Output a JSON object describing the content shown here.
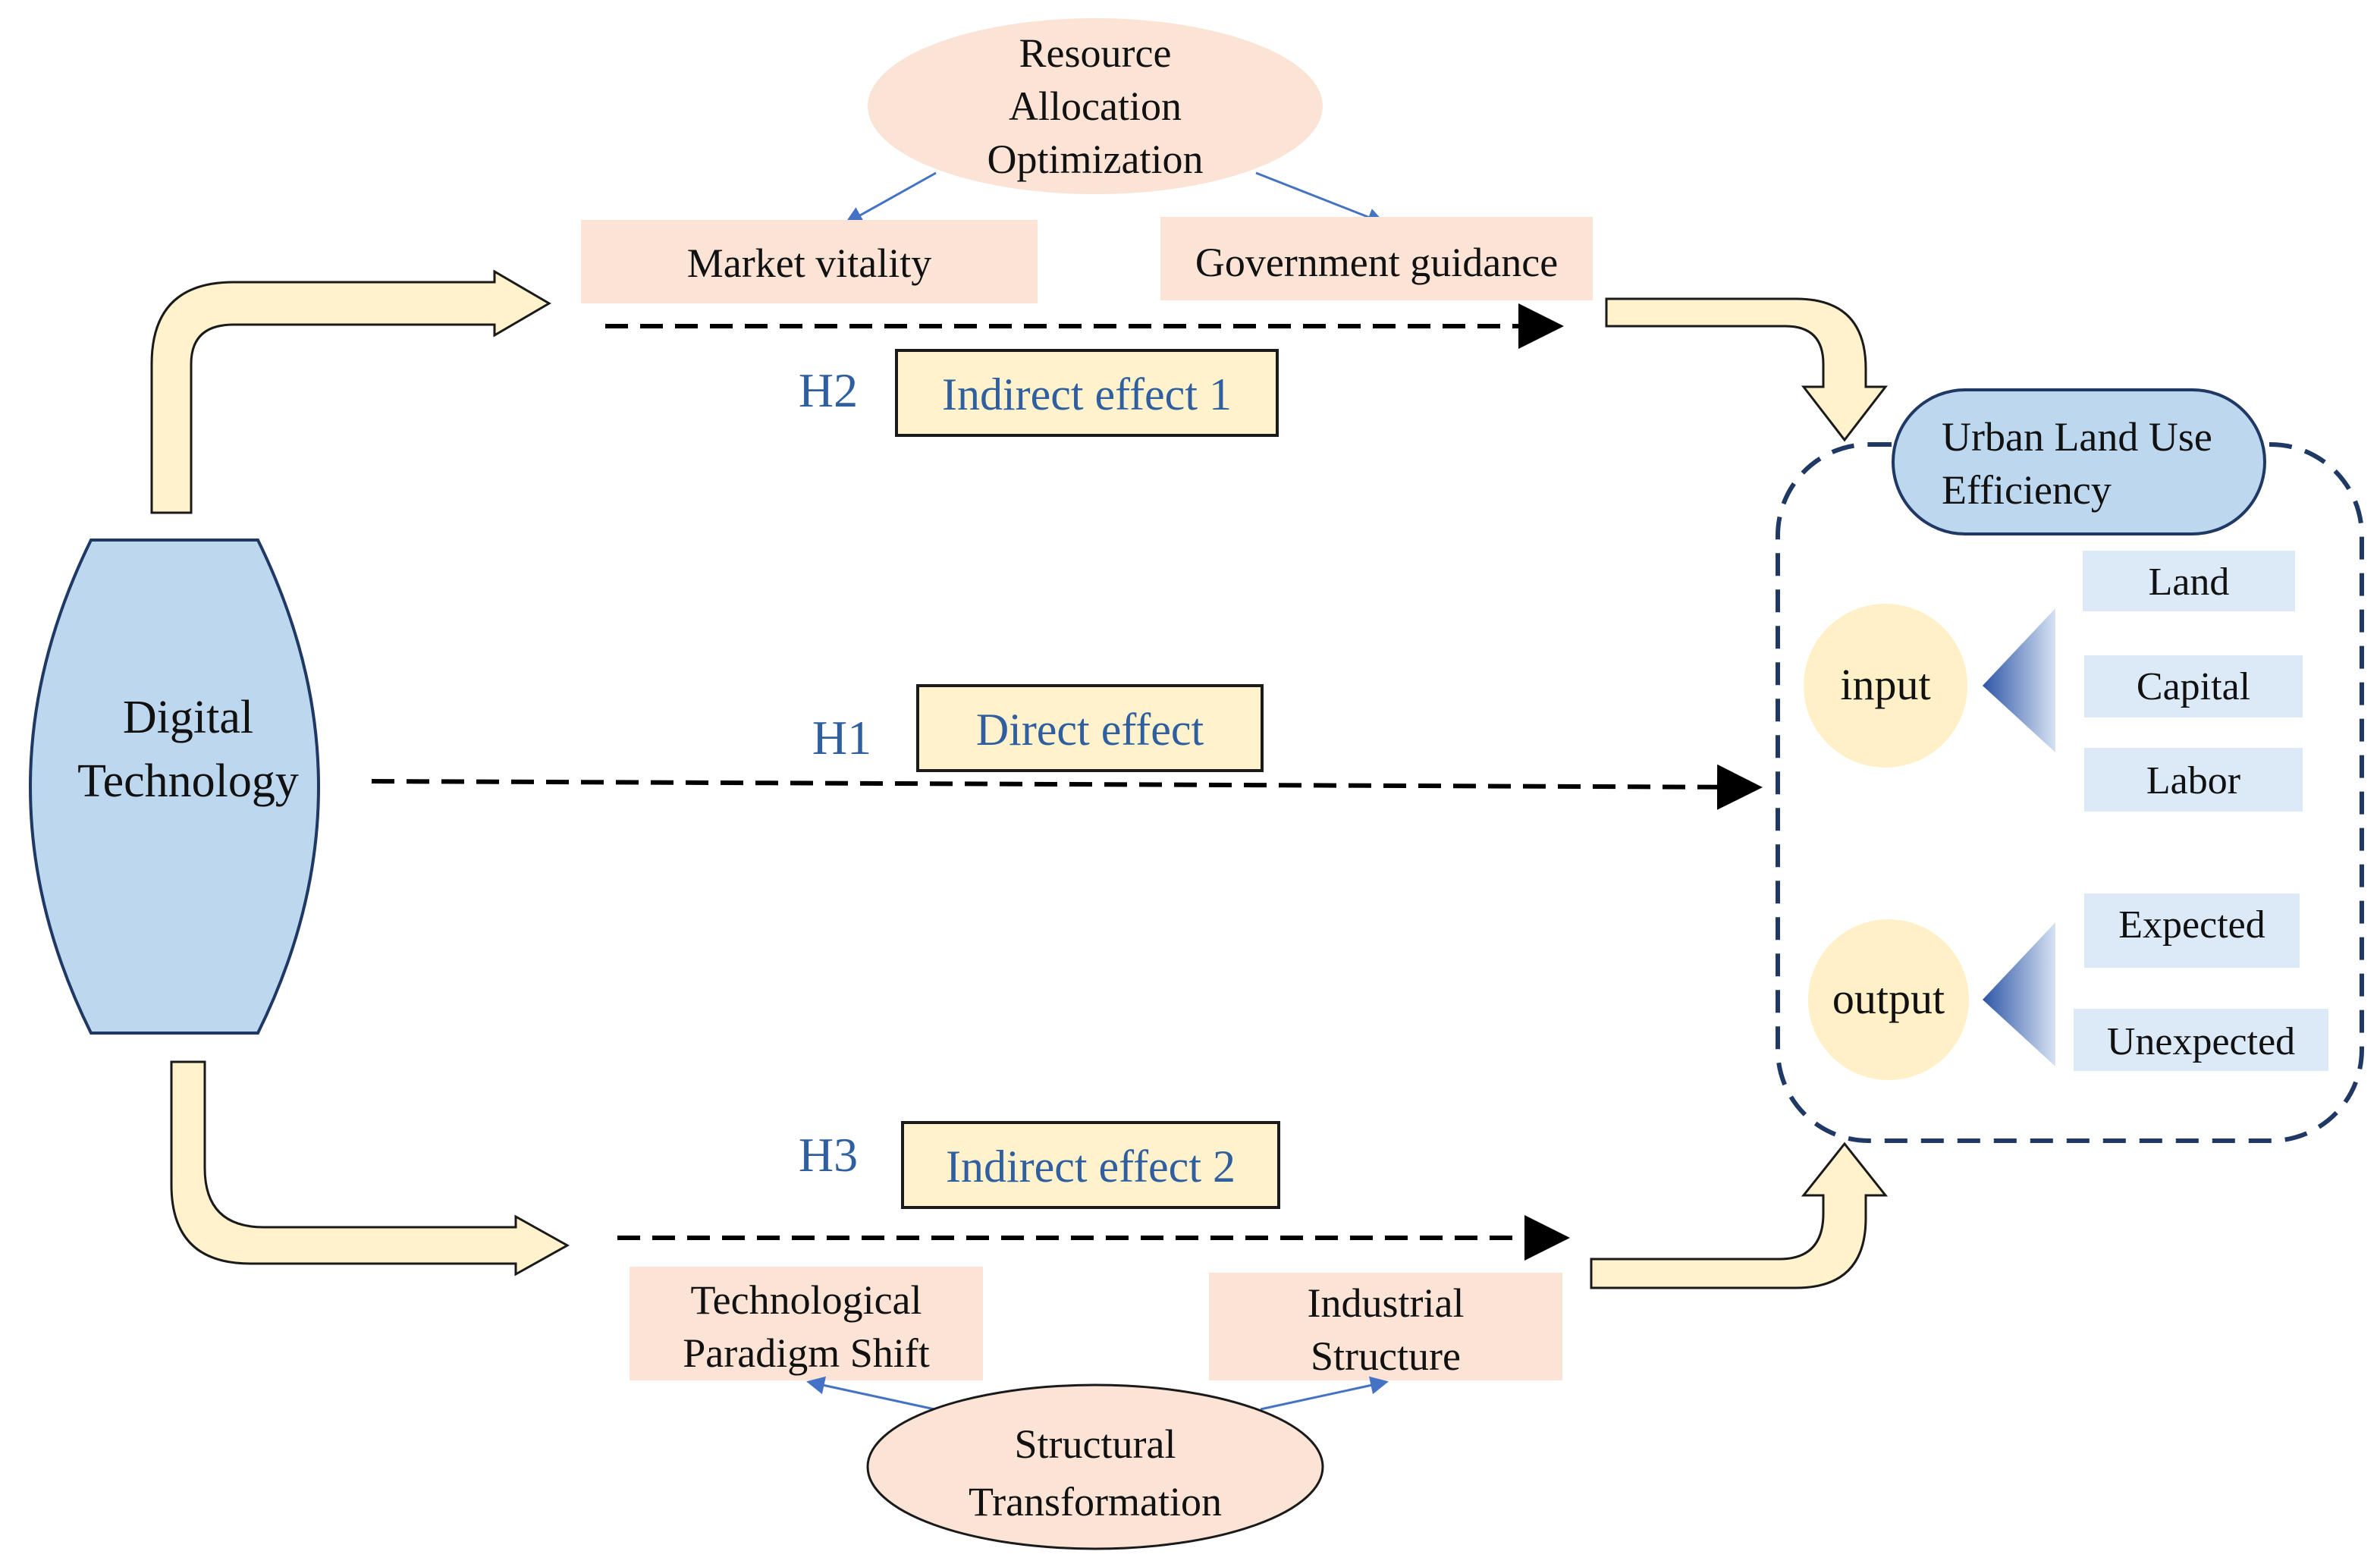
{
  "digital_technology": {
    "line1": "Digital",
    "line2": "Technology"
  },
  "resource_allocation": {
    "line1": "Resource",
    "line2": "Allocation",
    "line3": "Optimization"
  },
  "market_vitality": "Market vitality",
  "government_guidance": "Government guidance",
  "h2": {
    "tag": "H2",
    "label": "Indirect effect 1"
  },
  "h1": {
    "tag": "H1",
    "label": "Direct effect"
  },
  "h3": {
    "tag": "H3",
    "label": "Indirect effect 2"
  },
  "technological_paradigm": {
    "line1": "Technological",
    "line2": "Paradigm Shift"
  },
  "industrial_structure": {
    "line1": "Industrial",
    "line2": "Structure"
  },
  "structural_transformation": {
    "line1": "Structural",
    "line2": "Transformation"
  },
  "urban_land_use": {
    "line1": "Urban Land Use",
    "line2": "Efficiency"
  },
  "input": {
    "label": "input",
    "items": [
      "Land",
      "Capital",
      "Labor"
    ]
  },
  "output": {
    "label": "output",
    "items": [
      "Expected",
      "Unexpected"
    ]
  },
  "colors": {
    "blue_fill": "#bdd7ee",
    "peach_fill": "#fbe4d6",
    "cream_fill": "#fff2cc",
    "circle_fill": "#fff0c8",
    "light_blue_box": "#dce9f7",
    "label_blue": "#2f5f9e",
    "outline_dark": "#1f3864",
    "thin_arrow": "#4472c4"
  }
}
